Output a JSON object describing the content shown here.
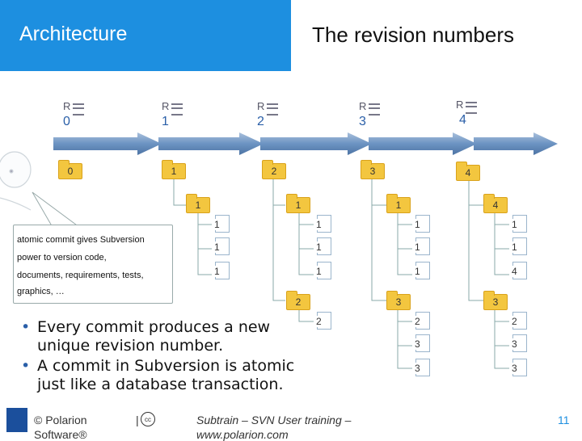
{
  "header": {
    "left_title": "Architecture",
    "right_title": "The revision numbers"
  },
  "revisions": [
    {
      "marker": "R",
      "number": "0"
    },
    {
      "marker": "R",
      "number": "1"
    },
    {
      "marker": "R",
      "number": "2"
    },
    {
      "marker": "R",
      "number": "3"
    },
    {
      "marker": "R",
      "number": "4"
    }
  ],
  "root_folders": [
    "0",
    "1",
    "2",
    "3",
    "4"
  ],
  "sub_folders": [
    "1",
    "1",
    "1",
    "4"
  ],
  "file_rows": [
    [
      "1",
      "1",
      "1",
      "1"
    ],
    [
      "1",
      "1",
      "1",
      "1"
    ],
    [
      "1",
      "1",
      "1",
      "4"
    ]
  ],
  "lower_folders": [
    "2",
    "3",
    "3"
  ],
  "lower_files": {
    "col2": [
      "2"
    ],
    "col3": [
      "2",
      "3",
      "3"
    ],
    "col4": [
      "2",
      "3",
      "3"
    ]
  },
  "callout": {
    "line1": "atomic commit gives Subversion",
    "line2": "power to version code,",
    "line3": "documents, requirements, tests,",
    "line4": "graphics, …"
  },
  "bullets": [
    "Every commit produces a new unique revision number.",
    "A commit in Subversion is atomic just like a database transaction."
  ],
  "footer": {
    "copyright": "© Polarion",
    "copyright2": "Software®",
    "separator": "|",
    "cc": "cc",
    "subtitle": "Subtrain – SVN User training –",
    "subtitle2": "www.polarion.com",
    "page": "11"
  },
  "colors": {
    "header_bg": "#1d8fe0",
    "folder": "#f3c63f",
    "arrow": "#5f87b6"
  }
}
